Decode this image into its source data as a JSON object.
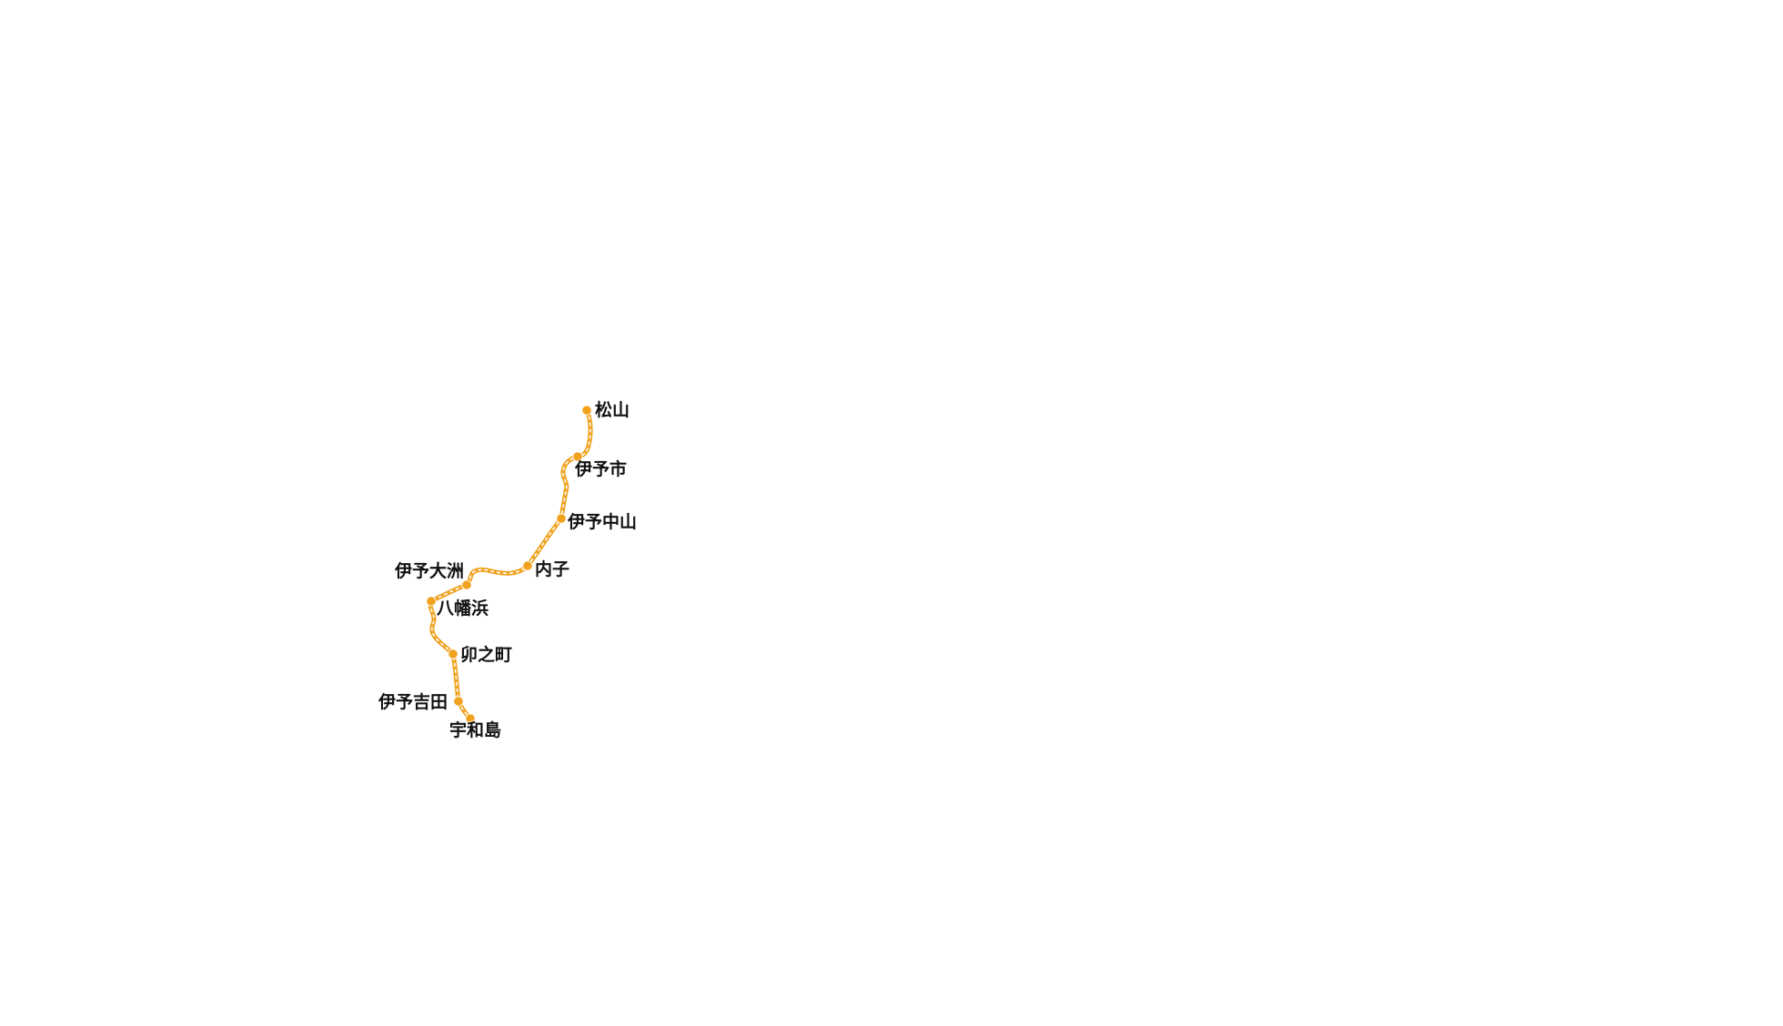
{
  "map": {
    "line": {
      "color": "#F0A21F",
      "dash_color": "#FFFFFF"
    },
    "stations": [
      {
        "id": "matsuyama",
        "name": "松山"
      },
      {
        "id": "iyoshi",
        "name": "伊予市"
      },
      {
        "id": "iyonakayama",
        "name": "伊予中山"
      },
      {
        "id": "uchiko",
        "name": "内子"
      },
      {
        "id": "iyoozu",
        "name": "伊予大洲"
      },
      {
        "id": "yawatahama",
        "name": "八幡浜"
      },
      {
        "id": "unomachi",
        "name": "卯之町"
      },
      {
        "id": "iyoyoshida",
        "name": "伊予吉田"
      },
      {
        "id": "uwajima",
        "name": "宇和島"
      }
    ]
  }
}
